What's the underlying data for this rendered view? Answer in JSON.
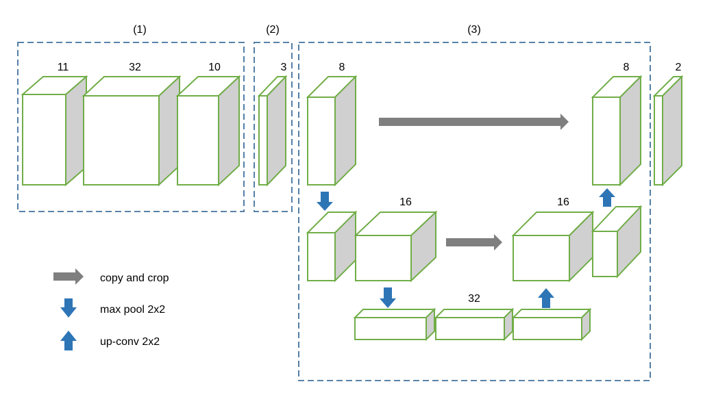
{
  "groups": [
    {
      "label": "(1)"
    },
    {
      "label": "(2)"
    },
    {
      "label": "(3)"
    }
  ],
  "block_labels": {
    "b11": "11",
    "b32": "32",
    "b10": "10",
    "b3": "3",
    "b8_top": "8",
    "b16_down": "16",
    "b32_bottom": "32",
    "b16_up": "16",
    "b8_up": "8",
    "b2": "2"
  },
  "legend": {
    "copy": "copy and crop",
    "pool": "max pool 2x2",
    "upconv": "up-conv 2x2"
  },
  "colors": {
    "block_border": "#70ad47",
    "block_side": "#d0d0d0",
    "group_border": "#41719c",
    "copy_arrow": "#7f7f7f",
    "pool_arrow": "#2e75b6"
  }
}
